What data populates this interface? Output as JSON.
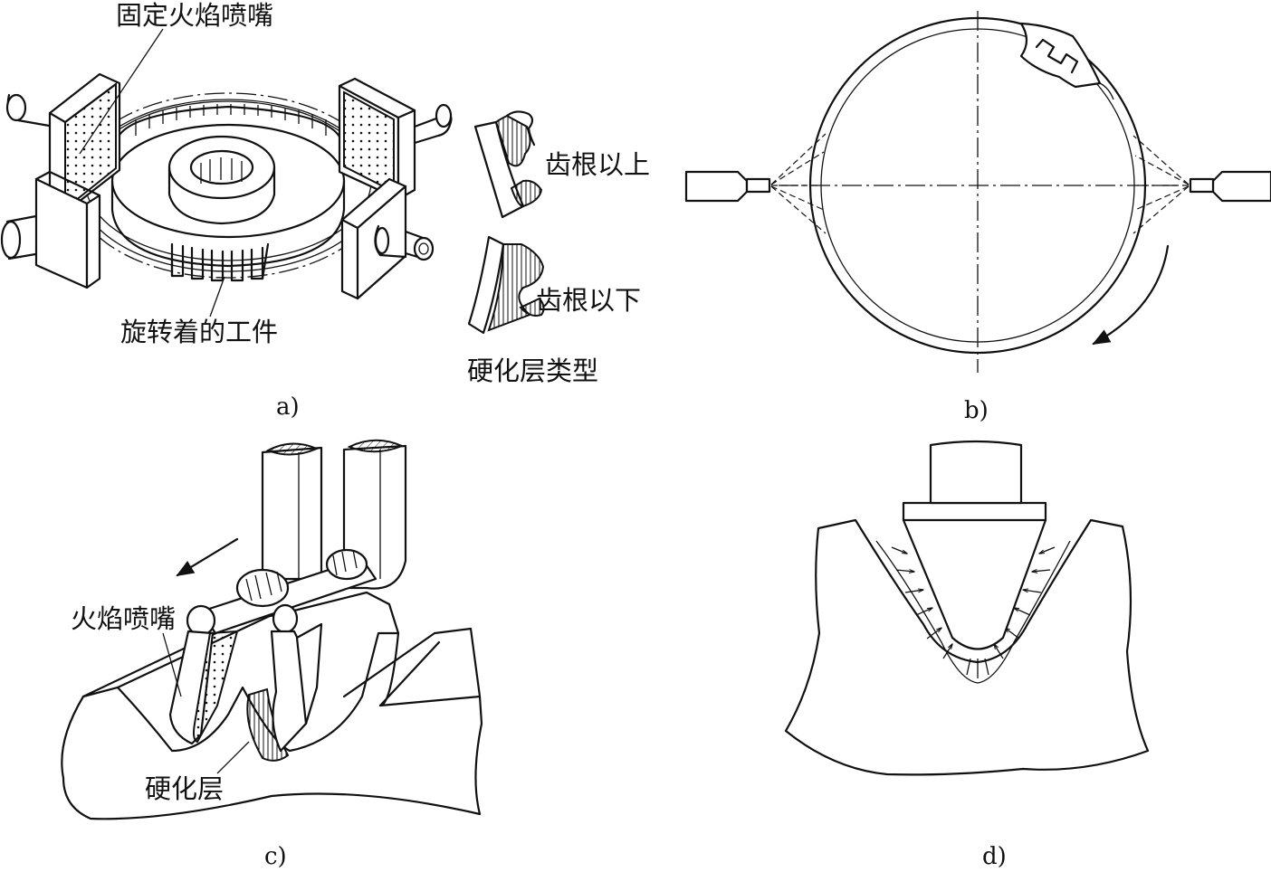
{
  "panel_a": {
    "label_fixed_nozzle": "固定火焰喷嘴",
    "label_rotating_workpiece": "旋转着的工件",
    "label_above_root": "齿根以上",
    "label_below_root": "齿根以下",
    "label_hardened_types": "硬化层类型",
    "caption": "a)"
  },
  "panel_b": {
    "caption": "b)"
  },
  "panel_c": {
    "label_flame_nozzle": "火焰喷嘴",
    "label_hardened_layer": "硬化层",
    "caption": "c)"
  },
  "panel_d": {
    "caption": "d)"
  }
}
